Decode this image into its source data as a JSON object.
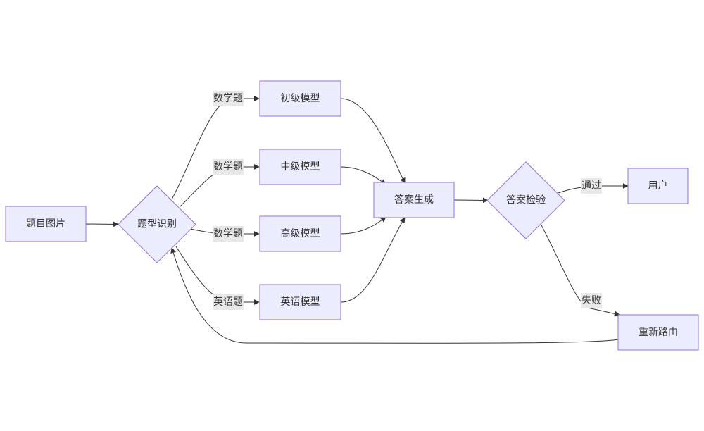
{
  "nodes": {
    "question_image": "题目图片",
    "type_recognition": "题型识别",
    "basic_model": "初级模型",
    "intermediate_model": "中级模型",
    "advanced_model": "高级模型",
    "english_model": "英语模型",
    "answer_generation": "答案生成",
    "answer_verification": "答案检验",
    "user": "用户",
    "reroute": "重新路由"
  },
  "edge_labels": {
    "math_to_basic": "数学题",
    "math_to_intermediate": "数学题",
    "math_to_advanced": "数学题",
    "english": "英语题",
    "pass": "通过",
    "fail": "失败"
  },
  "colors": {
    "node_fill": "#ECECFF",
    "node_stroke": "#9370DB",
    "edge": "#333333",
    "label_bg": "#e8e8e8"
  }
}
